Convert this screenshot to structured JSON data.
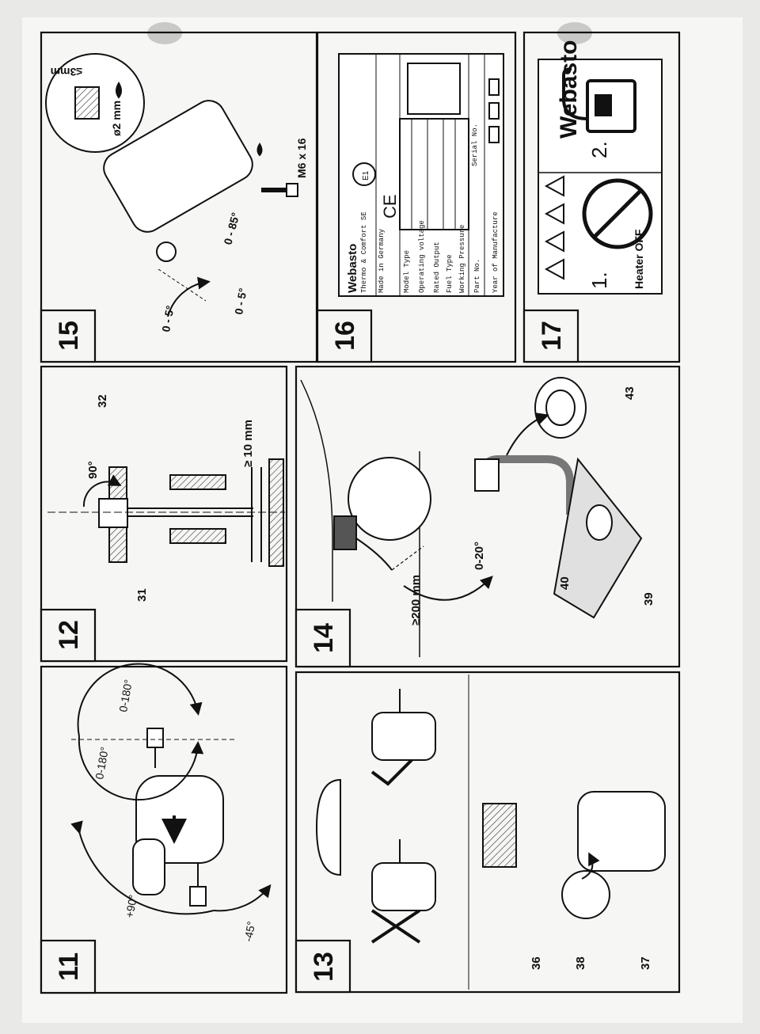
{
  "panels": [
    {
      "number": "11",
      "labels": {
        "angle_top_a": "0-180°",
        "angle_top_b": "0-180°",
        "angle_plus": "+90°",
        "angle_minus": "-45°"
      }
    },
    {
      "number": "12",
      "labels": {
        "angle": "90°",
        "min_gap": "≥ 10 mm",
        "part_a": "31",
        "part_b": "32"
      }
    },
    {
      "number": "13",
      "labels": {
        "part_a": "36",
        "part_b": "38",
        "part_c": "37"
      }
    },
    {
      "number": "14",
      "labels": {
        "min_dist": "≥200 mm",
        "angle": "0-20°",
        "part_a": "40",
        "part_b": "39",
        "part_c": "43"
      }
    },
    {
      "number": "15",
      "labels": {
        "angle_a": "0 - 5°",
        "angle_b": "0 - 5°",
        "angle_c": "0 - 85°",
        "bolt": "M6 x 16",
        "hole": "ø2 mm",
        "clearance": "≤3mm"
      }
    },
    {
      "number": "16",
      "plate": {
        "brand": "Webasto",
        "product": "Thermo & Comfort SE",
        "origin": "Made in Germany",
        "mark_ce": "CE",
        "mark_e": "E1",
        "fields": [
          "Model Type",
          "Operating voltage",
          "Rated Output",
          "Fuel Type",
          "Working Pressure"
        ],
        "part_no": "Part No.",
        "serial_no": "Serial No.",
        "year": "Year of Manufacture"
      }
    },
    {
      "number": "17",
      "label": {
        "brand": "Webasto",
        "step1": "1.",
        "step2": "2.",
        "heater_off": "Heater OFF"
      }
    }
  ]
}
